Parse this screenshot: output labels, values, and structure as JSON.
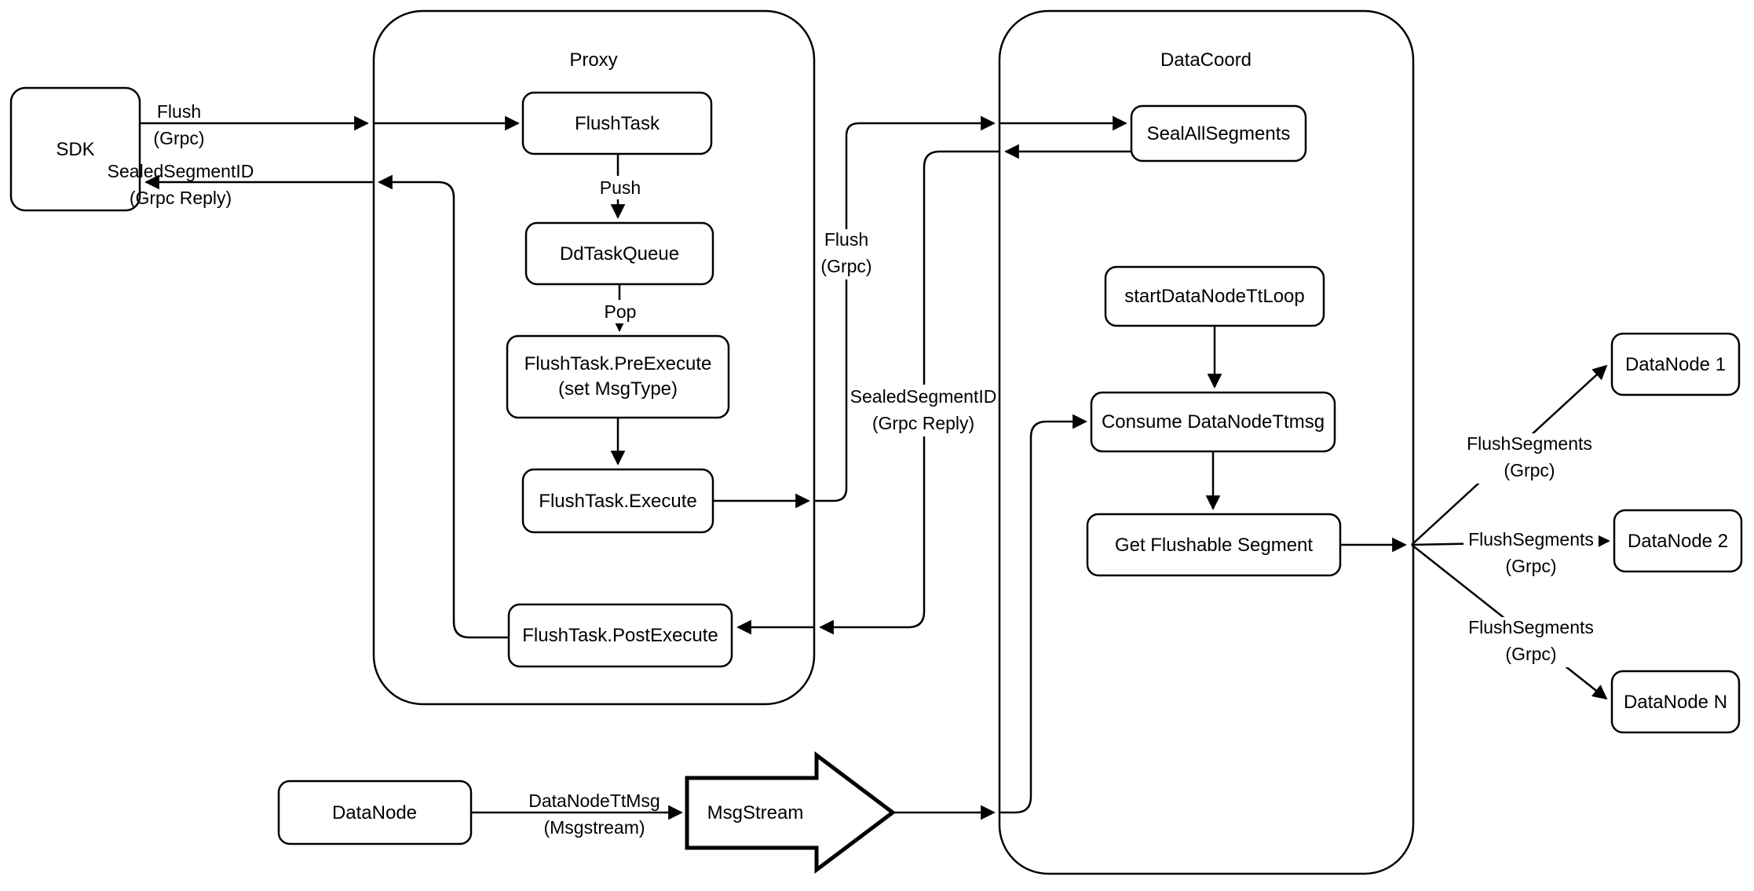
{
  "canvas": {
    "background": "#ffffff",
    "stroke_color": "#000000"
  },
  "containers": [
    {
      "id": "proxy",
      "label": "Proxy"
    },
    {
      "id": "datacoord",
      "label": "DataCoord"
    }
  ],
  "nodes": [
    {
      "id": "sdk",
      "label": "SDK"
    },
    {
      "id": "flush-task",
      "label": "FlushTask"
    },
    {
      "id": "dd-task-queue",
      "label": "DdTaskQueue"
    },
    {
      "id": "flush-task-pre-execute",
      "label": "FlushTask.PreExecute",
      "label2": "(set MsgType)"
    },
    {
      "id": "flush-task-execute",
      "label": "FlushTask.Execute"
    },
    {
      "id": "flush-task-post-execute",
      "label": "FlushTask.PostExecute"
    },
    {
      "id": "seal-all-segments",
      "label": "SealAllSegments"
    },
    {
      "id": "start-data-node-tt-loop",
      "label": "startDataNodeTtLoop"
    },
    {
      "id": "consume-data-node-ttmsg",
      "label": "Consume DataNodeTtmsg"
    },
    {
      "id": "get-flushable-segment",
      "label": "Get Flushable Segment"
    },
    {
      "id": "data-node-1",
      "label": "DataNode 1"
    },
    {
      "id": "data-node-2",
      "label": "DataNode 2"
    },
    {
      "id": "data-node-n",
      "label": "DataNode N"
    },
    {
      "id": "data-node",
      "label": "DataNode"
    },
    {
      "id": "msg-stream",
      "label": "MsgStream"
    }
  ],
  "edge_labels": [
    {
      "id": "flush-sdk-proxy",
      "line1": "Flush",
      "line2": "(Grpc)"
    },
    {
      "id": "sealed-segment-id-to-sdk",
      "line1": "SealedSegmentID",
      "line2": "(Grpc Reply)"
    },
    {
      "id": "push",
      "line1": "Push"
    },
    {
      "id": "pop",
      "line1": "Pop"
    },
    {
      "id": "flush-proxy-datacoord",
      "line1": "Flush",
      "line2": "(Grpc)"
    },
    {
      "id": "sealed-segment-id-to-proxy",
      "line1": "SealedSegmentID",
      "line2": "(Grpc Reply)"
    },
    {
      "id": "flush-segments-1",
      "line1": "FlushSegments",
      "line2": "(Grpc)"
    },
    {
      "id": "flush-segments-2",
      "line1": "FlushSegments",
      "line2": "(Grpc)"
    },
    {
      "id": "flush-segments-3",
      "line1": "FlushSegments",
      "line2": "(Grpc)"
    },
    {
      "id": "data-node-tt-msg",
      "line1": "DataNodeTtMsg",
      "line2": "(Msgstream)"
    }
  ]
}
